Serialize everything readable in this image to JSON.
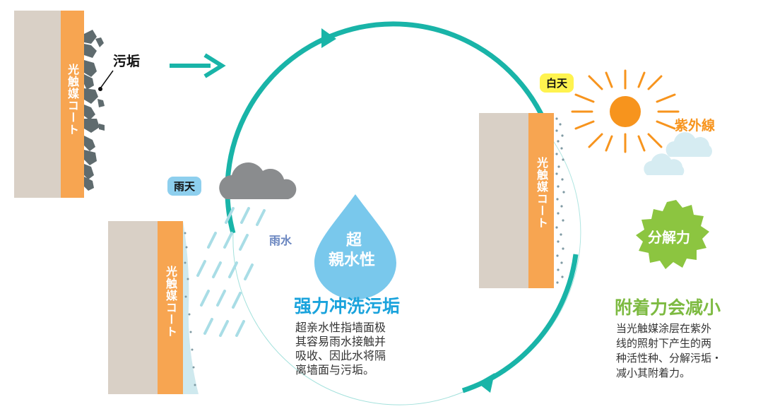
{
  "labels": {
    "dirt": "污垢",
    "coat_top_left": "光触媒コート",
    "coat_bottom_left": "光触媒コート",
    "coat_right": "光触媒コート",
    "daytime": "白天",
    "uv": "紫外線",
    "rainy": "雨天",
    "rainwater": "雨水",
    "drop_line1": "超",
    "drop_line2": "親水性",
    "wash_title": "强力冲洗污垢",
    "wash_lines": [
      "超亲水性指墙面极",
      "其容易雨水接触并",
      "吸收、因此水将隔",
      "离墙面与污垢。"
    ],
    "decompose_badge": "分解力",
    "adhesion_title": "附着力会减小",
    "adhesion_lines": [
      "当光触媒涂层在紫外",
      "线的照射下产生的两",
      "种活性种、分解污垢・",
      "减小其附着力。"
    ]
  },
  "colors": {
    "wall": "#d9d0c6",
    "coat": "#f7a551",
    "cycle_arrow": "#19b4a8",
    "sun": "#f7941d",
    "badge_green": "#8cc540",
    "title_blue": "#1aa3dc",
    "title_green": "#7dba41",
    "uv_text": "#f7941d",
    "rain_text": "#6a86c0",
    "drop": "#79c8ec",
    "day_pill": "#fff34f",
    "rain_pill": "#8ecfee",
    "dirt": "#5f6b6e"
  },
  "icons": {
    "sun": "sun-icon",
    "cloud_rain": "rain-cloud-icon",
    "cloud_day": "cloud-icon",
    "drop": "water-drop-icon",
    "arrow": "right-arrow-icon"
  }
}
